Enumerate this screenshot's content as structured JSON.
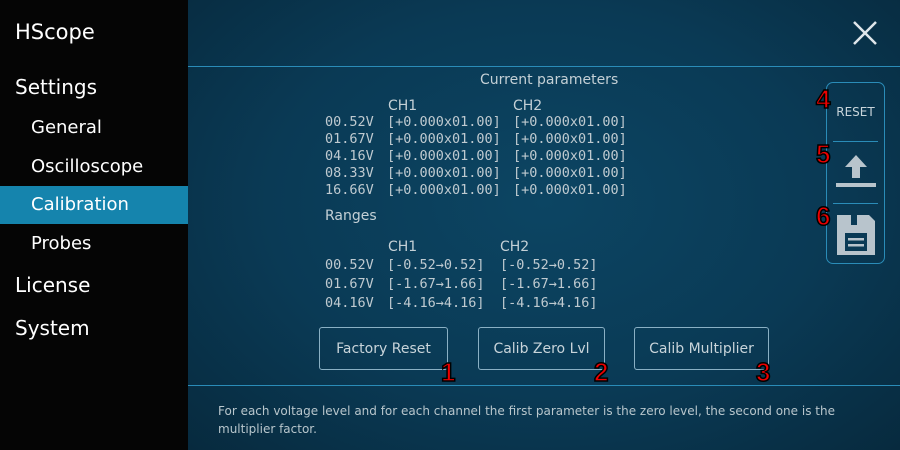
{
  "sidebar": {
    "app_title": "HScope",
    "sections": [
      {
        "label": "Settings"
      },
      {
        "label": "License"
      },
      {
        "label": "System"
      }
    ],
    "items": [
      {
        "label": "General"
      },
      {
        "label": "Oscilloscope"
      },
      {
        "label": "Calibration",
        "active": true
      },
      {
        "label": "Probes"
      }
    ]
  },
  "current": {
    "title": "Current parameters",
    "ch1": "CH1",
    "ch2": "CH2",
    "rows": [
      {
        "v": "00.52V",
        "c1": "[+0.000x01.00]",
        "c2": "[+0.000x01.00]"
      },
      {
        "v": "01.67V",
        "c1": "[+0.000x01.00]",
        "c2": "[+0.000x01.00]"
      },
      {
        "v": "04.16V",
        "c1": "[+0.000x01.00]",
        "c2": "[+0.000x01.00]"
      },
      {
        "v": "08.33V",
        "c1": "[+0.000x01.00]",
        "c2": "[+0.000x01.00]"
      },
      {
        "v": "16.66V",
        "c1": "[+0.000x01.00]",
        "c2": "[+0.000x01.00]"
      }
    ]
  },
  "ranges": {
    "title": "Ranges",
    "ch1": "CH1",
    "ch2": "CH2",
    "rows": [
      {
        "v": "00.52V",
        "c1": "[-0.52→0.52]",
        "c2": "[-0.52→0.52]"
      },
      {
        "v": "01.67V",
        "c1": "[-1.67→1.66]",
        "c2": "[-1.67→1.66]"
      },
      {
        "v": "04.16V",
        "c1": "[-4.16→4.16]",
        "c2": "[-4.16→4.16]"
      }
    ]
  },
  "buttons": {
    "factory_reset": "Factory Reset",
    "calib_zero": "Calib Zero Lvl",
    "calib_mult": "Calib Multiplier",
    "reset": "RESET"
  },
  "annotations": [
    "1",
    "2",
    "3",
    "4",
    "5",
    "6"
  ],
  "footer": "For each voltage level and for each channel the first parameter is the zero level, the second one is the multiplier factor."
}
